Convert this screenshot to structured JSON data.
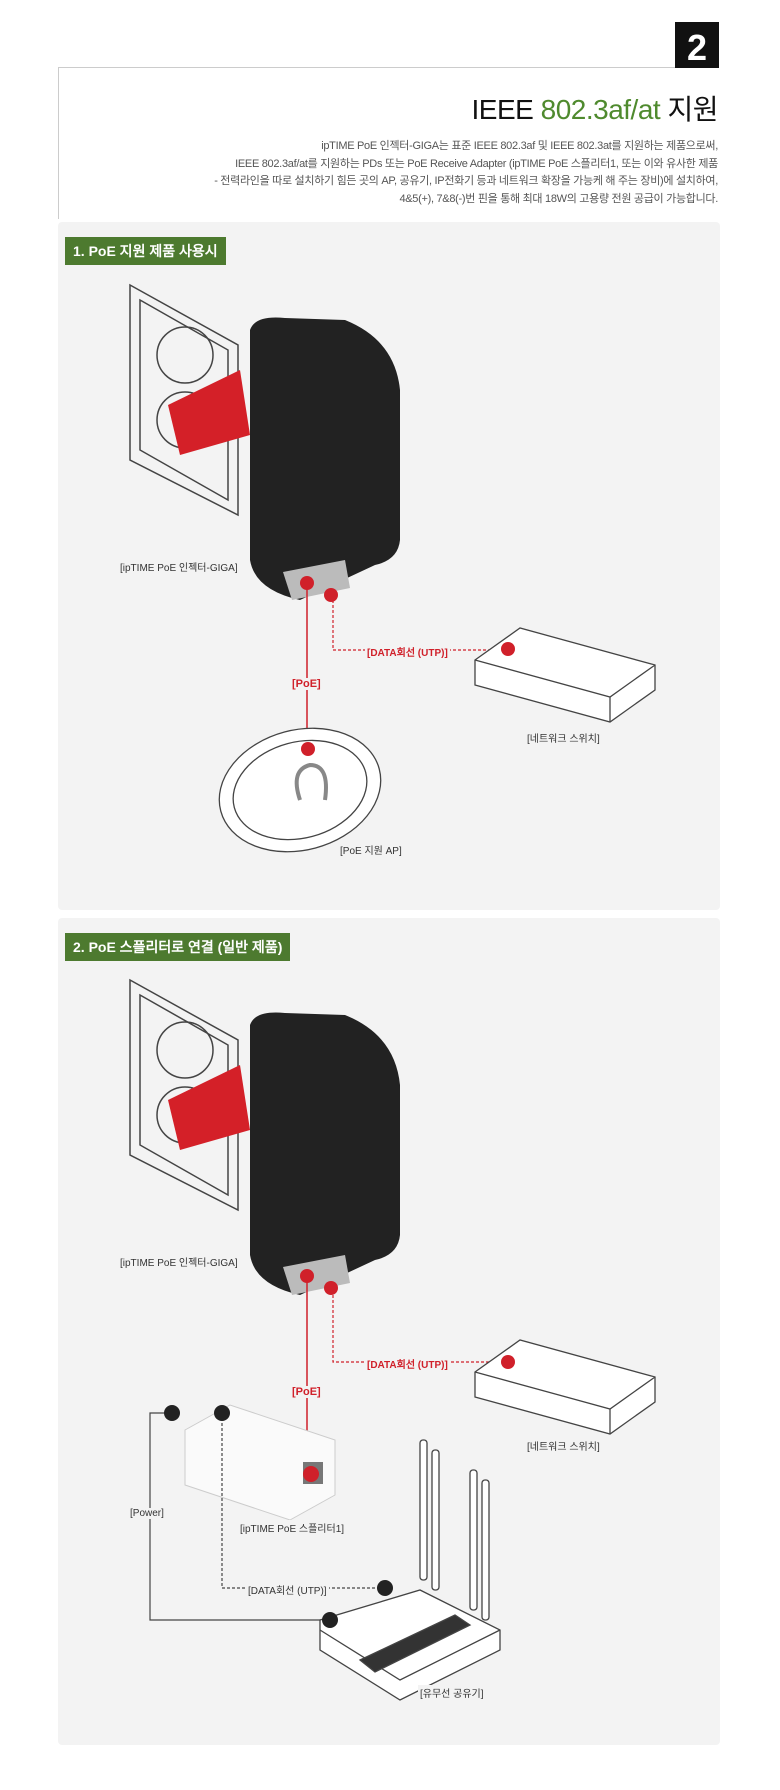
{
  "section_number": "2",
  "title": {
    "prefix": "IEEE ",
    "highlight": "802.3af/at",
    "suffix": " 지원"
  },
  "description": [
    "ipTIME PoE 인젝터-GIGA는 표준 IEEE 802.3af 및 IEEE 802.3at를 지원하는 제품으로써,",
    "IEEE 802.3af/at를 지원하는 PDs 또는 PoE Receive Adapter (ipTIME PoE 스플리터1, 또는 이와 유사한 제품",
    "- 전력라인을 따로 설치하기 힘든 곳의 AP, 공유기, IP전화기 등과 네트워크 확장을 가능케 해 주는 장비)에 설치하여,",
    "4&5(+), 7&8(-)번 핀을 통해 최대 18W의 고용량 전원 공급이 가능합니다."
  ],
  "colors": {
    "accent_green": "#4d7a2f",
    "red": "#d0202a"
  },
  "panel1": {
    "tag": "1. PoE 지원 제품 사용시",
    "injector": "[ipTIME PoE 인젝터-GIGA]",
    "poe": "[PoE]",
    "data": "[DATA회선 (UTP)]",
    "switch": "[네트워크 스위치]",
    "ap": "[PoE 지원 AP]"
  },
  "panel2": {
    "tag": "2. PoE 스플리터로 연결 (일반 제품)",
    "injector": "[ipTIME PoE 인젝터-GIGA]",
    "poe": "[PoE]",
    "data": "[DATA회선 (UTP)]",
    "switch": "[네트워크 스위치]",
    "power": "[Power]",
    "splitter": "[ipTIME PoE 스플리터1]",
    "data2": "[DATA회선 (UTP)]",
    "router": "[유무선 공유기]"
  }
}
